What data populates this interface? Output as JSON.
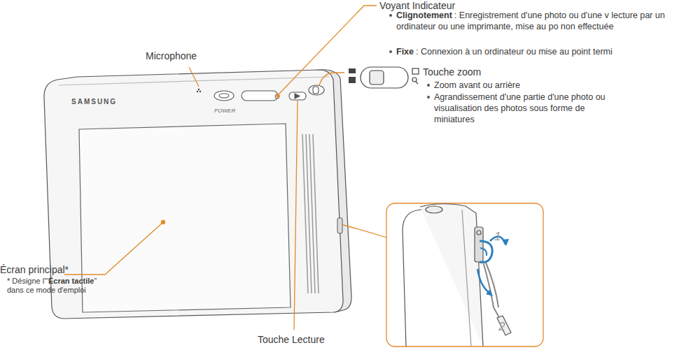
{
  "diagram": {
    "labels": [
      "Microphone",
      "SAMSUNG",
      "POWER",
      "Voyant Indicateur",
      "Clignotement",
      ": Enregistrement d'une photo ou d'une v lecture par un ordinateur ou une imprimante, mise au po non effectuée",
      "Fixe",
      ": Connexion à un ordinateur ou mise au point termi",
      "Touche zoom",
      "Zoom avant ou arrière",
      "Agrandissement d'une partie d'une photo ou visualisation des photos sous forme de miniatures",
      "Écran principal*",
      "* Désigne l'“",
      "Écran tactile",
      "” dans ce mode d'emploi",
      "Touche Lecture",
      "1",
      "2"
    ]
  }
}
